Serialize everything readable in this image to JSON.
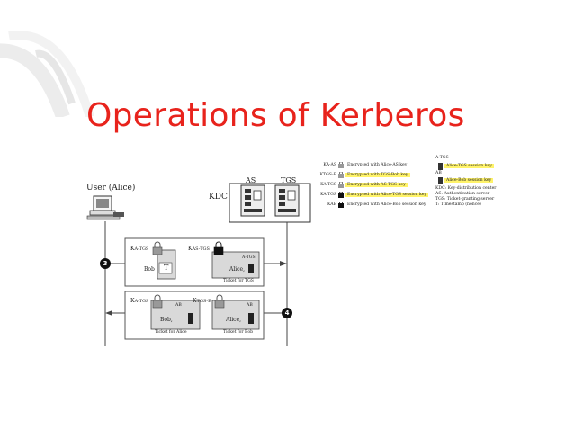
{
  "slide": {
    "title": "Operations of Kerberos"
  },
  "diagram": {
    "user_label": "User (Alice)",
    "kdc_label": "KDC",
    "as_label": "AS",
    "tgs_label": "TGS",
    "step3": "3",
    "step4": "4",
    "box1": {
      "key_left": "K",
      "key_left_sub": "A-TGS",
      "key_right": "K",
      "key_right_sub": "AS-TGS",
      "bob_text": "Bob",
      "t_text": "T",
      "ticket_header": "A-TGS",
      "alice_text": "Alice,",
      "ticket_caption": "Ticket for TGS"
    },
    "box2": {
      "key_left": "K",
      "key_left_sub": "A-TGS",
      "key_right": "K",
      "key_right_sub": "TGS-B",
      "left_header": "AB",
      "bob_text": "Bob,",
      "right_header": "AB",
      "alice_text": "Alice,",
      "left_caption": "Ticket for Alice",
      "right_caption": "Ticket for Bob"
    },
    "legend": [
      {
        "key": "K",
        "sub": "A-AS",
        "text": "Encrypted with Alice-AS key",
        "highlight": false,
        "lock": "gray"
      },
      {
        "key": "K",
        "sub": "TGS-B",
        "text": "Encrypted with TGS-Bob key",
        "highlight": true,
        "lock": "gray"
      },
      {
        "key": "K",
        "sub": "A-TGS",
        "text": "Encrypted with AS-TGS key",
        "highlight": true,
        "lock": "gray"
      },
      {
        "key": "K",
        "sub": "A-TGS",
        "text": "Encrypted with Alice-TGS session key",
        "highlight": true,
        "lock": "black"
      },
      {
        "key": "K",
        "sub": "AB",
        "text": "Encrypted with Alice-Bob session key",
        "highlight": false,
        "lock": "black"
      }
    ],
    "session_keys": {
      "a_tgs_label": "A-TGS",
      "a_tgs_text": "Alice-TGS session key",
      "ab_label": "AB",
      "ab_text": "Alice-Bob session key"
    },
    "info_lines": [
      "KDC: Key-distribution center",
      "AS: Authentication server",
      "TGS: Ticket-granting server",
      "T: Timestamp (nonce)"
    ]
  },
  "colors": {
    "title": "#e8231c",
    "highlight": "#fff36a",
    "box_fill": "#d9d9d9",
    "frame": "#555555"
  }
}
